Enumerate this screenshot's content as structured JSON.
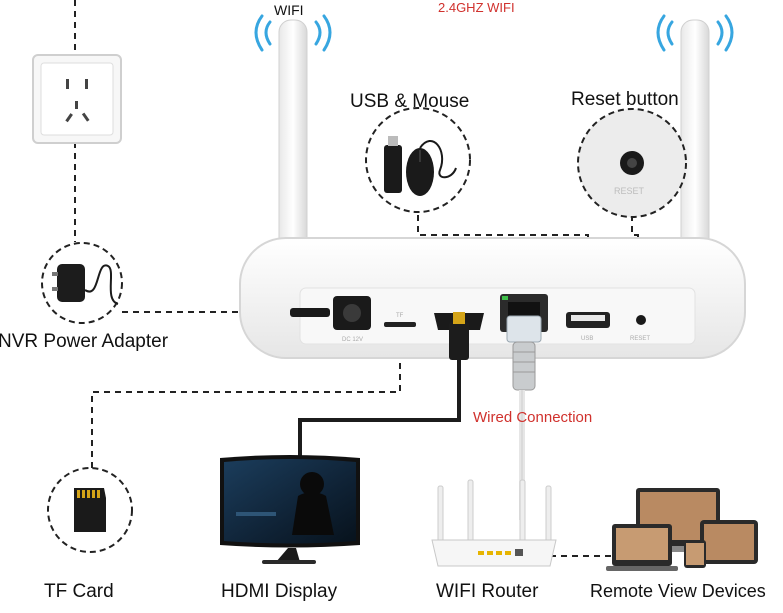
{
  "labels": {
    "wifi": "WIFI",
    "band": "2.4GHZ WIFI",
    "usb_mouse": "USB & Mouse",
    "reset_button": "Reset button",
    "power_adapter": "NVR Power Adapter",
    "wired_connection": "Wired Connection",
    "tf_card": "TF Card",
    "hdmi_display": "HDMI Display",
    "wifi_router": "WIFI Router",
    "remote_view": "Remote View Devices"
  },
  "port_labels": {
    "dc": "DC 12V",
    "tf": "TF",
    "usb": "USB",
    "reset": "RESET"
  },
  "colors": {
    "accent_red": "#d0312d",
    "line": "#222222",
    "device_white": "#f4f4f4"
  }
}
